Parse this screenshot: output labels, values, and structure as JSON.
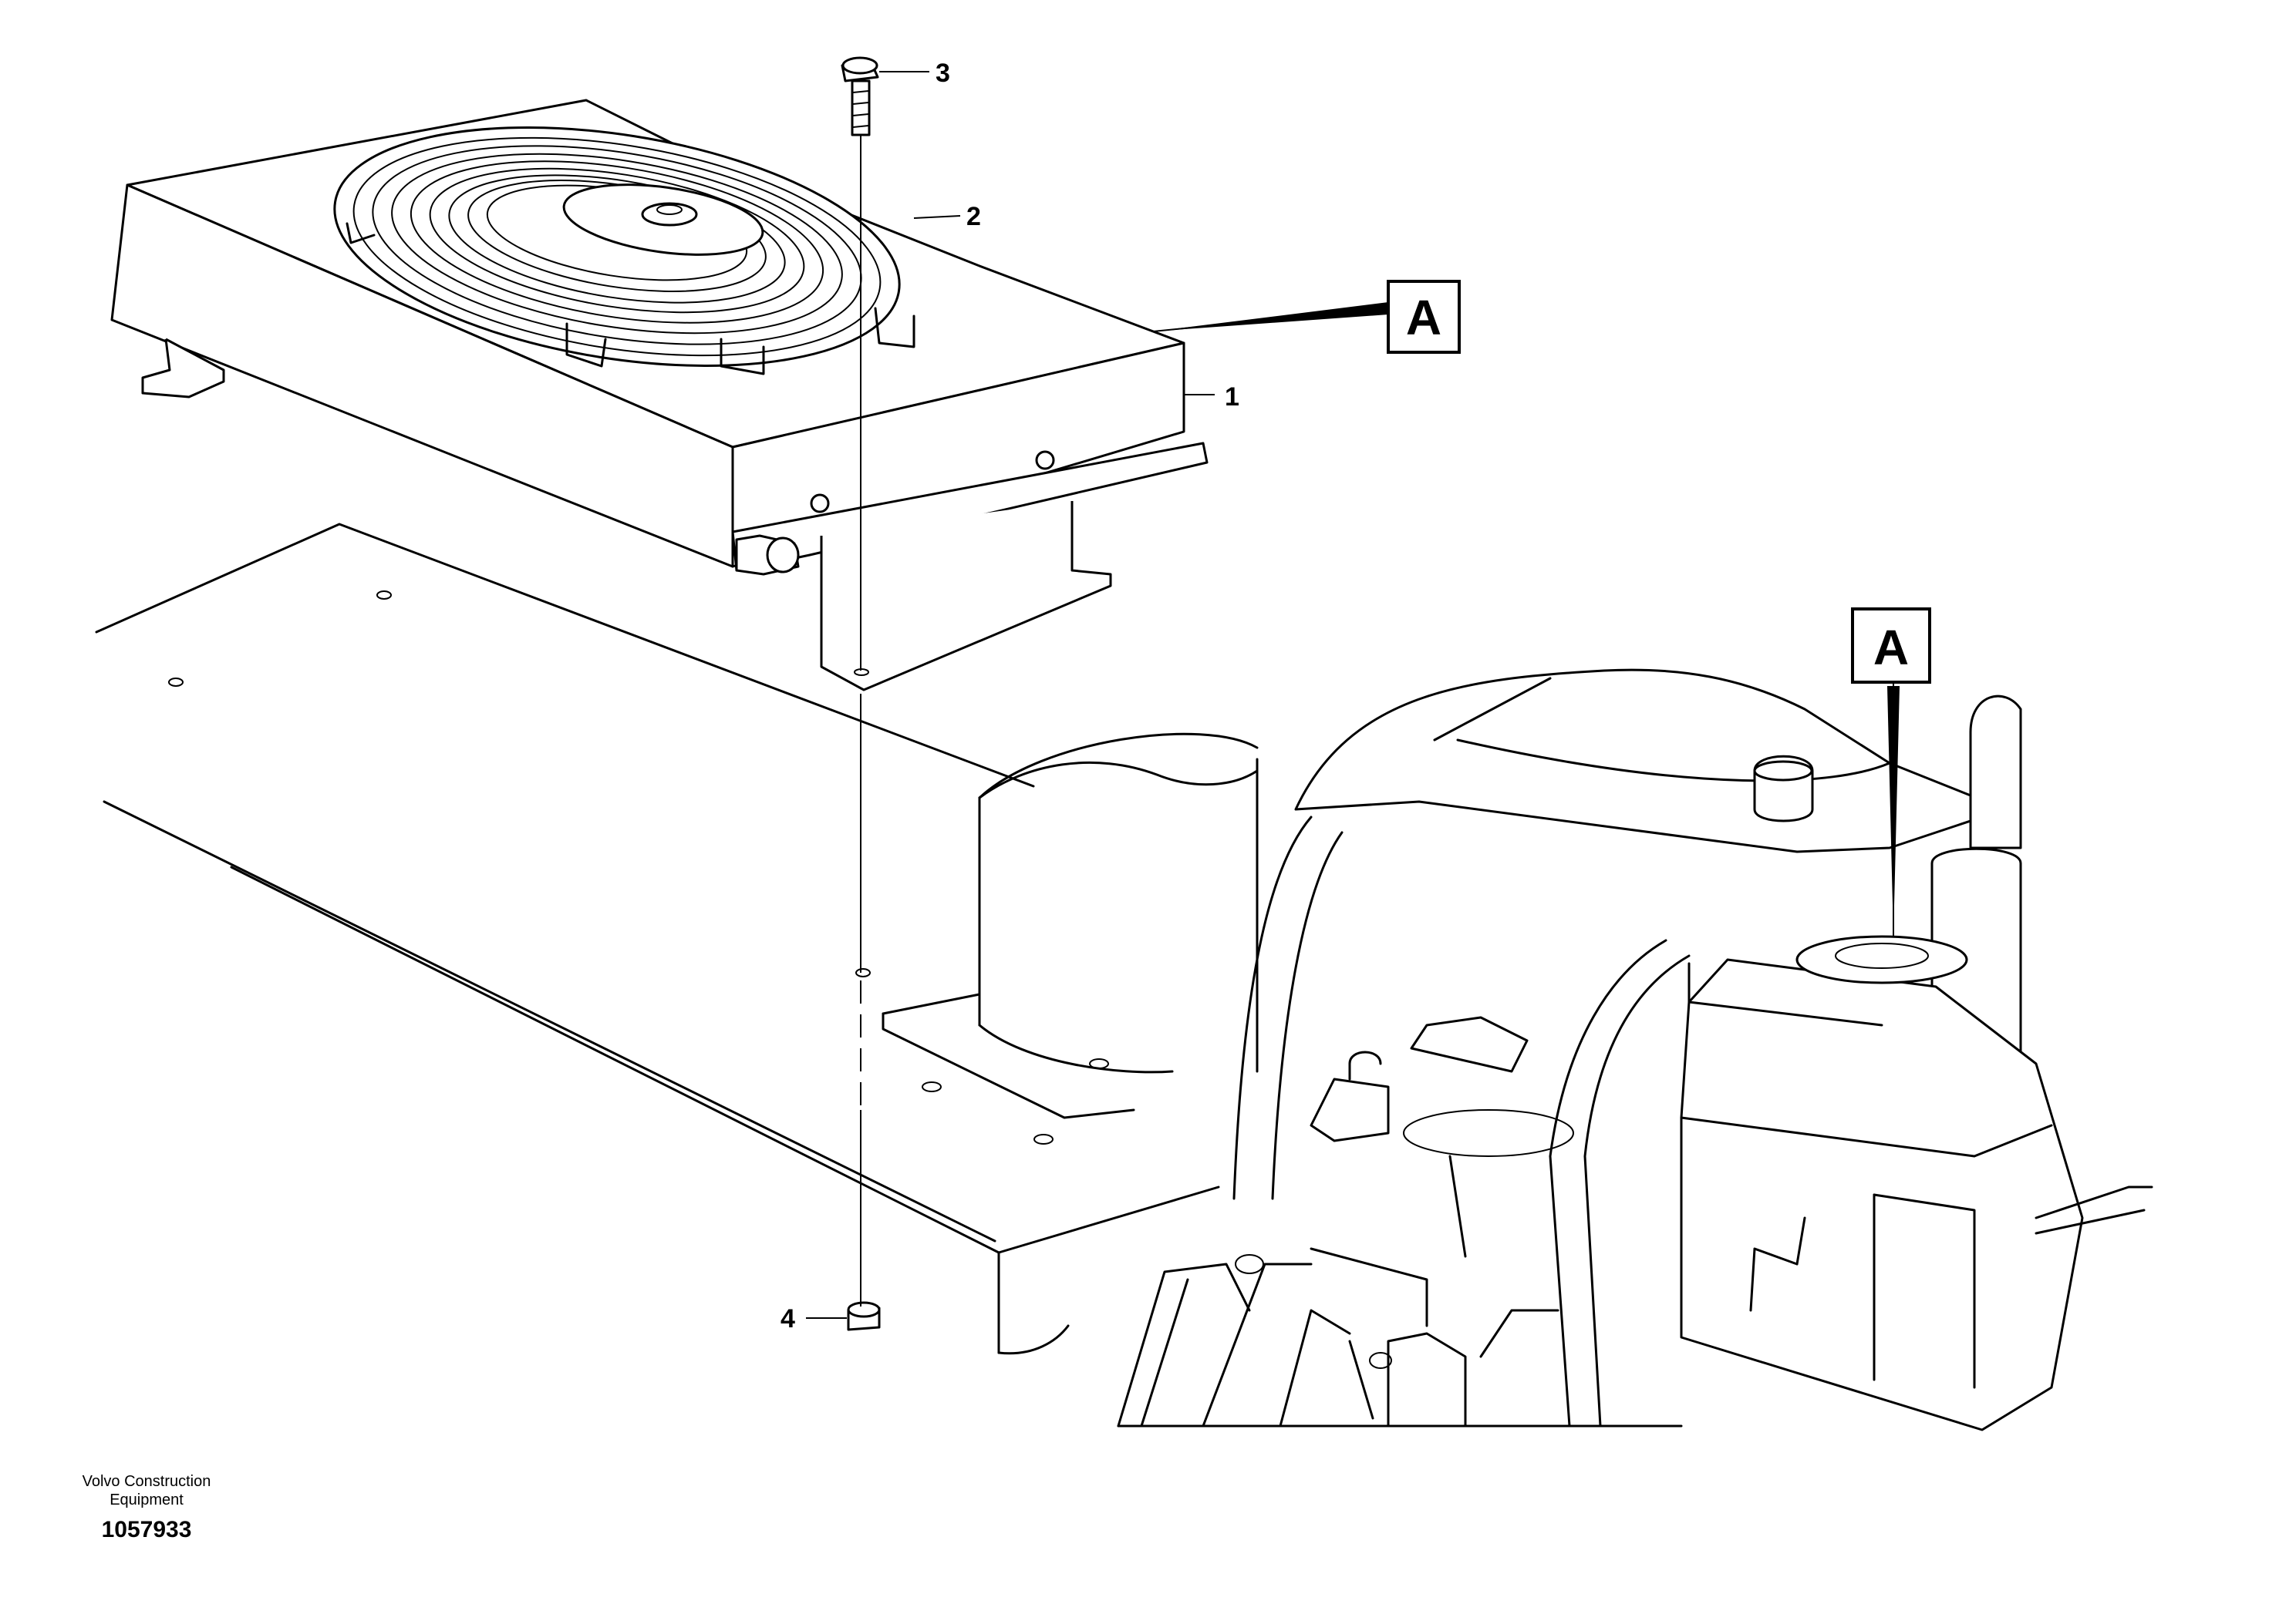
{
  "callouts": [
    {
      "id": "1",
      "label": "1"
    },
    {
      "id": "2",
      "label": "2"
    },
    {
      "id": "3",
      "label": "3"
    },
    {
      "id": "4",
      "label": "4"
    }
  ],
  "detail_view_marker": "A",
  "footer": {
    "company_line1": "Volvo Construction",
    "company_line2": "Equipment",
    "document_number": "1057933"
  }
}
